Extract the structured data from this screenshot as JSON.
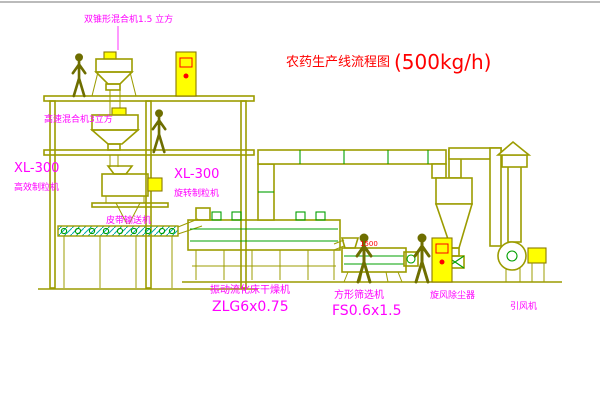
{
  "title": {
    "name": "农药生产线流程图",
    "capacity": "(500kg/h)"
  },
  "equipment_labels": {
    "top_mixer": "双锥形混合机1.5 立方",
    "high_speed_mixer": "高速混合机3立方",
    "granulator_left": {
      "model": "XL-300",
      "name": "高效制粒机"
    },
    "granulator_mid": {
      "model": "XL-300",
      "name": "旋转制粒机"
    },
    "belt_conveyor": "皮带输送机",
    "fluid_bed_dryer": {
      "name": "振动流化床干燥机",
      "model": "ZLG6x0.75"
    },
    "square_sieve": {
      "name": "方形筛选机",
      "model": "FS0.6x1.5",
      "dimension": "1500"
    },
    "cyclone": "旋风除尘器",
    "induced_draft_fan": "引风机"
  },
  "colors": {
    "olive": "#9c9c00",
    "dkolive": "#6e6e00",
    "green": "#00a000",
    "cyan": "#00a8a8",
    "magenta": "#ff00ff",
    "red": "#ff0000",
    "yellow": "#ffff00",
    "frame-line": "#777777"
  }
}
